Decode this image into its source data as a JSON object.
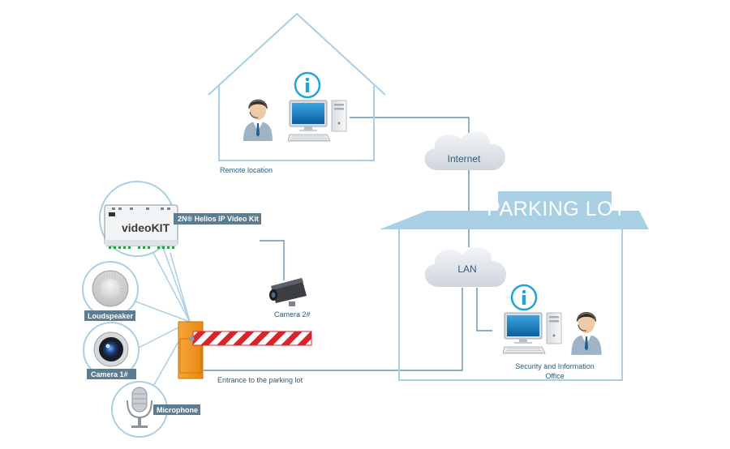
{
  "colors": {
    "outline": "#a9cfe5",
    "line": "#4f7b95",
    "tag": "#5b7d93",
    "info": "#1fa3dc",
    "barrier": "#f39a1f",
    "cloud": "#dde3ea"
  },
  "icons": [
    "info-icon",
    "person-headset-icon",
    "computer-icon",
    "camera-icon",
    "loudspeaker-icon",
    "microphone-icon"
  ],
  "labels": {
    "remote_location": "Remote location",
    "internet": "Internet",
    "parking_lot": "PARKING LOT",
    "lan": "LAN",
    "video_kit": "2N® Helios IP Video Kit",
    "video_kit_logo": "videoKIT",
    "camera2": "Camera 2#",
    "loudspeaker": "Loudspeaker",
    "camera1": "Camera 1#",
    "microphone": "Microphone",
    "entrance": "Entrance to the parking lot",
    "security_line1": "Security and Information",
    "security_line2": "Office"
  }
}
